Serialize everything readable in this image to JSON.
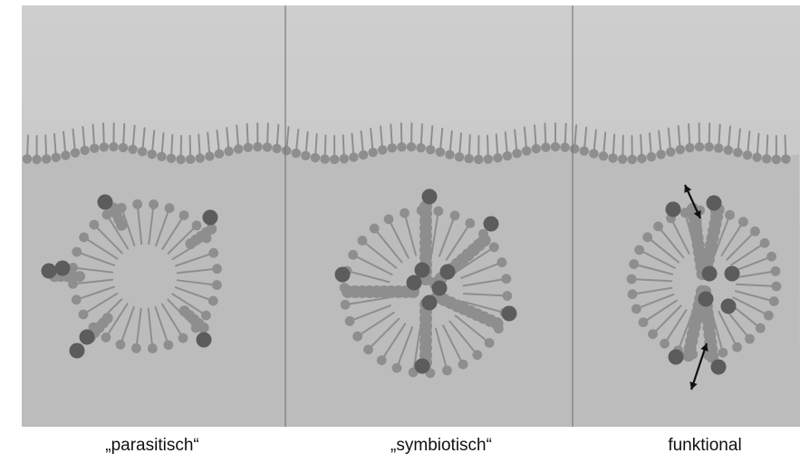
{
  "colors": {
    "upper_phase": "#c8c8c8",
    "lower_phase": "#bcbcbc",
    "lipid": "#8e8e8e",
    "guest_molecule": "#5c5c5c",
    "divider": "#7a7a7a",
    "arrow": "#111111"
  },
  "panels": [
    {
      "label": "„parasitisch“"
    },
    {
      "label": "„symbiotisch“"
    },
    {
      "label": "funktional"
    }
  ]
}
